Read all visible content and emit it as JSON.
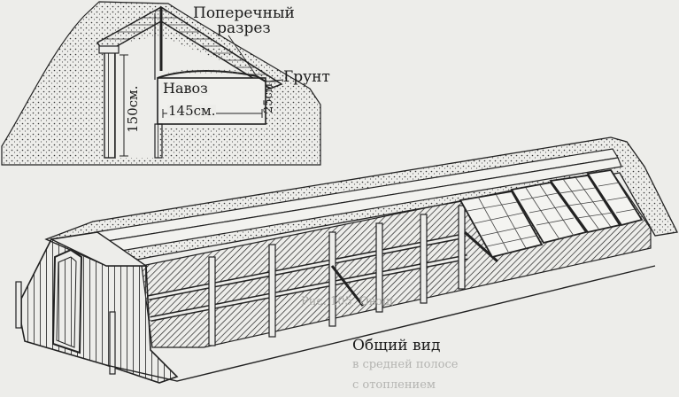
{
  "labels": {
    "cross_section_line1": "Поперечный",
    "cross_section_line2": "разрез",
    "soil": "Грунт",
    "manure": "Навоз",
    "width_dim": "145см.",
    "height_dim": "150см.",
    "manure_depth": "25см",
    "general_view": "Общий вид"
  },
  "bleed_through": {
    "caption_fragment": "Рис. 105. Овощ",
    "line1": "в средней полосе",
    "line2": "с отоплением"
  },
  "colors": {
    "ink": "#1b1b1b",
    "paper": "#ededea"
  }
}
